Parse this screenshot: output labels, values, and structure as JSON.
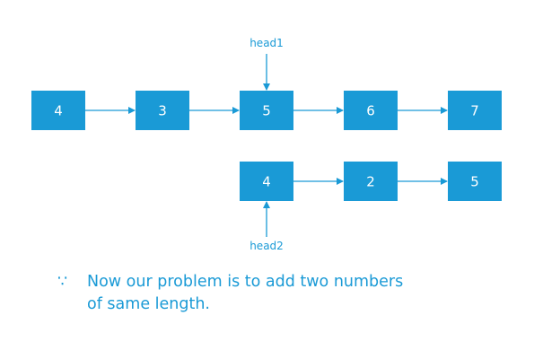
{
  "colors": {
    "node_fill": "#1a9ad6",
    "node_text": "#ffffff",
    "arrow": "#1a9ad6",
    "caption": "#1a9ad6"
  },
  "list1": {
    "nodes": [
      "4",
      "3",
      "5",
      "6",
      "7"
    ]
  },
  "list2": {
    "nodes": [
      "4",
      "2",
      "5"
    ]
  },
  "pointers": {
    "head1": "head1",
    "head2": "head2"
  },
  "caption": {
    "because_symbol": "∵",
    "line1": "Now our problem is to add two numbers",
    "line2": "of same length."
  }
}
